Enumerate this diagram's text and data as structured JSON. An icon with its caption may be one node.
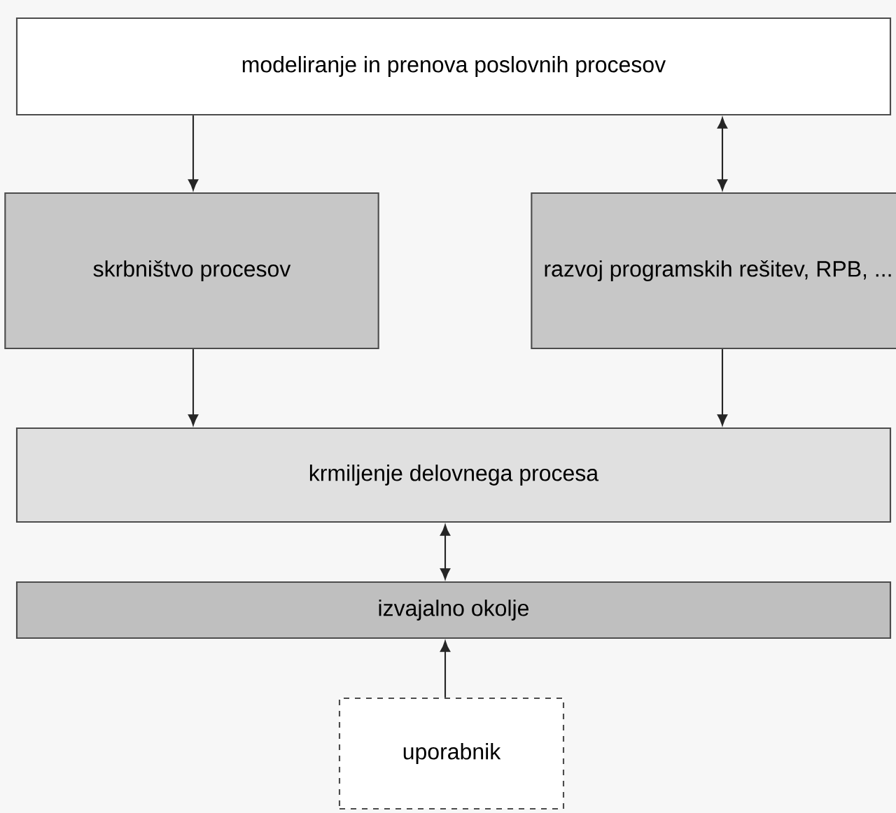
{
  "diagram": {
    "nodes": [
      {
        "text": [
          "modeliranje in prenova poslovnih procesov"
        ]
      },
      {
        "text": [
          "skrbništvo procesov"
        ]
      },
      {
        "text": [
          "razvoj programskih rešitev, RPB, ..."
        ]
      },
      {
        "text": [
          "krmiljenje delovnega procesa"
        ]
      },
      {
        "text": [
          "izvajalno okolje"
        ]
      },
      {
        "text": [
          "uporabnik"
        ]
      }
    ],
    "edges": [
      {
        "from": 0,
        "to": 1,
        "arrow": "to"
      },
      {
        "from": 0,
        "to": 2,
        "arrow": "both"
      },
      {
        "from": 1,
        "to": 3,
        "arrow": "to"
      },
      {
        "from": 2,
        "to": 3,
        "arrow": "to"
      },
      {
        "from": 3,
        "to": 4,
        "arrow": "both"
      },
      {
        "from": 5,
        "to": 4,
        "arrow": "to"
      }
    ]
  }
}
